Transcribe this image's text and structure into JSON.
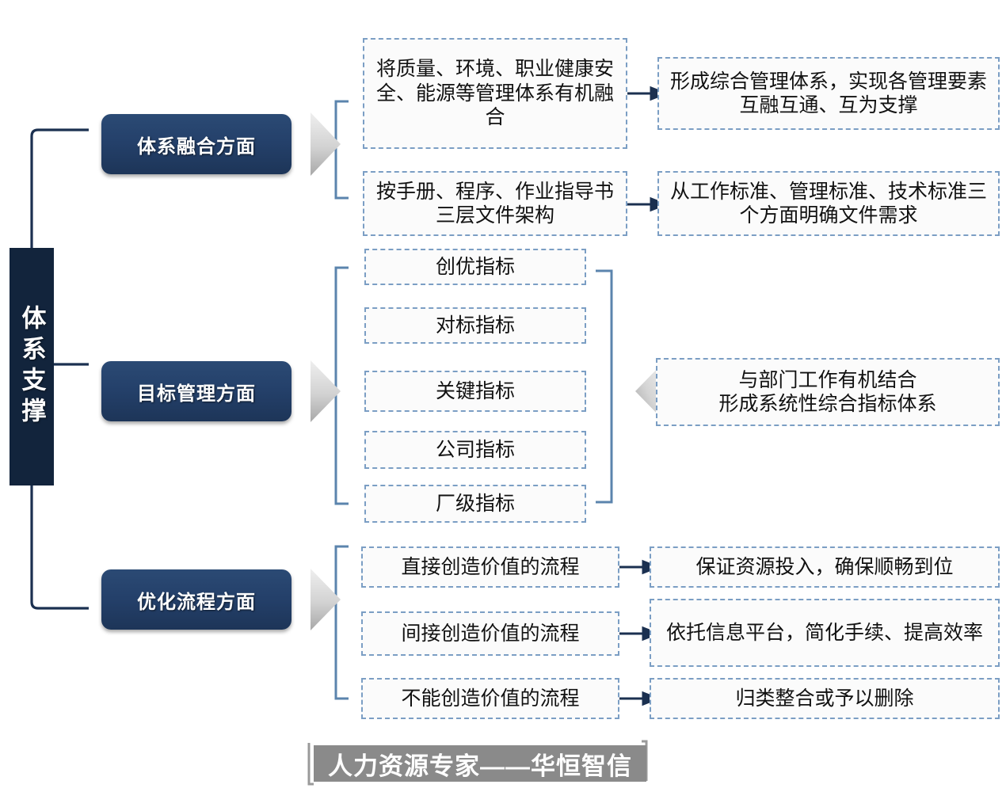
{
  "spine": {
    "label": "体系支撑"
  },
  "categories": [
    {
      "id": "integration",
      "label": "体系融合方面"
    },
    {
      "id": "objective",
      "label": "目标管理方面"
    },
    {
      "id": "process",
      "label": "优化流程方面"
    }
  ],
  "integration_rows": [
    {
      "source": "将质量、环境、职业健康安全、能源等管理体系有机融合",
      "result": "形成综合管理体系，实现各管理要素互融互通、互为支撑"
    },
    {
      "source": "按手册、程序、作业指导书三层文件架构",
      "result": "从工作标准、管理标准、技术标准三个方面明确文件需求"
    }
  ],
  "objective_items": [
    {
      "label": "创优指标"
    },
    {
      "label": "对标指标"
    },
    {
      "label": "关键指标"
    },
    {
      "label": "公司指标"
    },
    {
      "label": "厂级指标"
    }
  ],
  "objective_result": "与部门工作有机结合\n形成系统性综合指标体系",
  "objective_result_line1": "与部门工作有机结合",
  "objective_result_line2": "形成系统性综合指标体系",
  "process_rows": [
    {
      "source": "直接创造价值的流程",
      "result": "保证资源投入，确保顺畅到位"
    },
    {
      "source": "间接创造价值的流程",
      "result": "依托信息平台，简化手续、提高效率"
    },
    {
      "source": "不能创造价值的流程",
      "result": "归类整合或予以删除"
    }
  ],
  "watermark": {
    "text": "人力资源专家——华恒智信"
  },
  "colors": {
    "spine_bg": "#12243c",
    "pill_blue": "#24406a",
    "dashed_border": "#7b9ec4",
    "bracket": "#5b84ad",
    "arrow": "#1b3050",
    "chevron_grey": "#c9c9c9",
    "watermark_bg": "#8a8a8a",
    "text": "#111111"
  }
}
